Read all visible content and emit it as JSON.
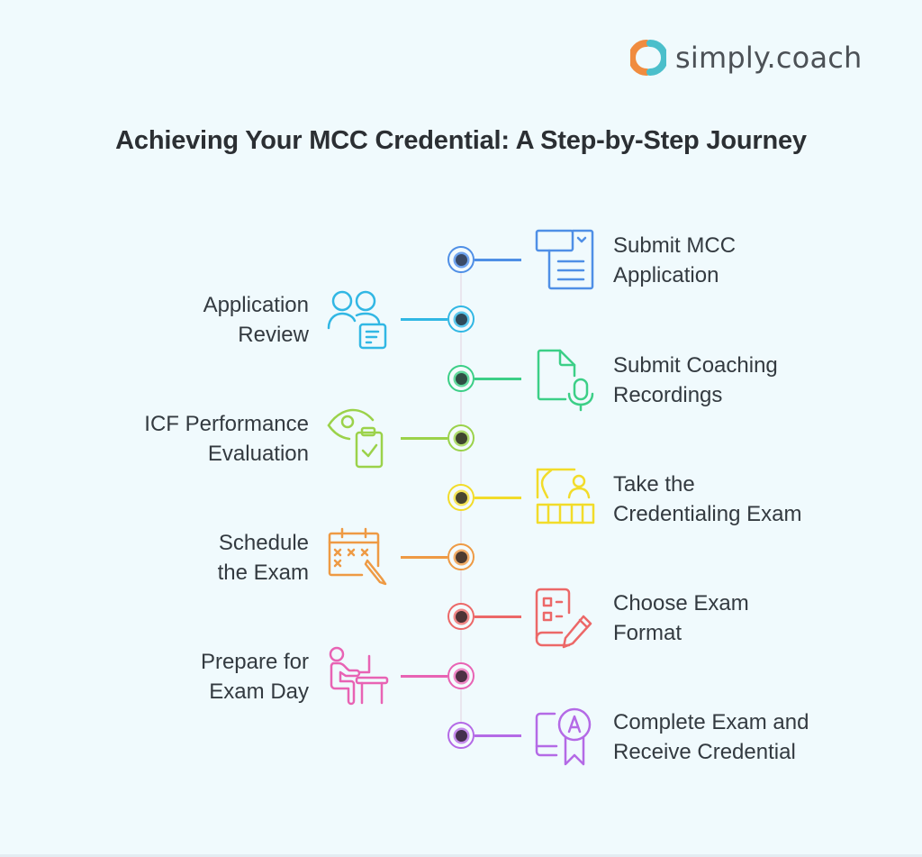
{
  "brand": {
    "name": "simply.coach",
    "logo_colors": {
      "left": "#f08c3f",
      "right": "#4bbfcb"
    }
  },
  "title": "Achieving Your MCC Credential: A Step-by-Step Journey",
  "steps": [
    {
      "side": "right",
      "line1": "Submit MCC",
      "line2": "Application",
      "icon": "application-form-icon",
      "color": "#4f8fe6",
      "dot": "#3a4a66"
    },
    {
      "side": "left",
      "line1": "Application",
      "line2": "Review",
      "icon": "people-review-icon",
      "color": "#31b7e4",
      "dot": "#2f4a5a"
    },
    {
      "side": "right",
      "line1": "Submit Coaching",
      "line2": "Recordings",
      "icon": "document-microphone-icon",
      "color": "#3ccf87",
      "dot": "#2f4f45"
    },
    {
      "side": "left",
      "line1": "ICF Performance",
      "line2": "Evaluation",
      "icon": "eye-clipboard-icon",
      "color": "#9bd24a",
      "dot": "#40452f"
    },
    {
      "side": "right",
      "line1": "Take the",
      "line2": "Credentialing Exam",
      "icon": "exam-hall-icon",
      "color": "#f2dc2a",
      "dot": "#4a4630"
    },
    {
      "side": "left",
      "line1": "Schedule",
      "line2": "the Exam",
      "icon": "calendar-pencil-icon",
      "color": "#ee9a44",
      "dot": "#4e3b30"
    },
    {
      "side": "right",
      "line1": "Choose Exam",
      "line2": "Format",
      "icon": "checklist-pencil-icon",
      "color": "#ec6868",
      "dot": "#4e3336"
    },
    {
      "side": "left",
      "line1": "Prepare for",
      "line2": "Exam Day",
      "icon": "person-at-desk-icon",
      "color": "#e863b4",
      "dot": "#4e3045"
    },
    {
      "side": "right",
      "line1": "Complete Exam and",
      "line2": "Receive Credential",
      "icon": "award-certificate-icon",
      "color": "#b46ae6",
      "dot": "#45304e"
    }
  ]
}
